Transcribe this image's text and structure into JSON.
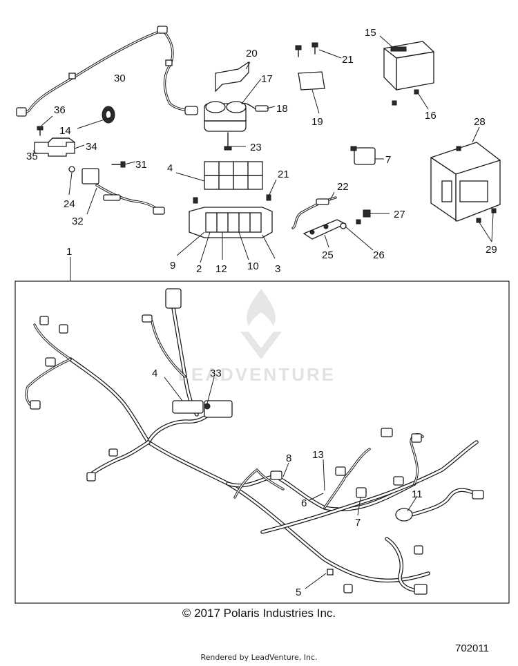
{
  "callouts": [
    "1",
    "2",
    "3",
    "4",
    "5",
    "6",
    "7",
    "8",
    "9",
    "10",
    "11",
    "12",
    "13",
    "14",
    "15",
    "16",
    "17",
    "18",
    "19",
    "20",
    "21",
    "22",
    "23",
    "24",
    "25",
    "26",
    "27",
    "28",
    "29",
    "30",
    "31",
    "32",
    "33",
    "34",
    "35",
    "36"
  ],
  "callouts_main_harness": [
    "4",
    "33",
    "8",
    "13",
    "6",
    "7",
    "11",
    "5"
  ],
  "watermark_text": "LEADVENTURE",
  "copyright": "© 2017 Polaris Industries Inc.",
  "diagram_number": "702011",
  "rendered_by": "Rendered by LeadVenture, Inc."
}
